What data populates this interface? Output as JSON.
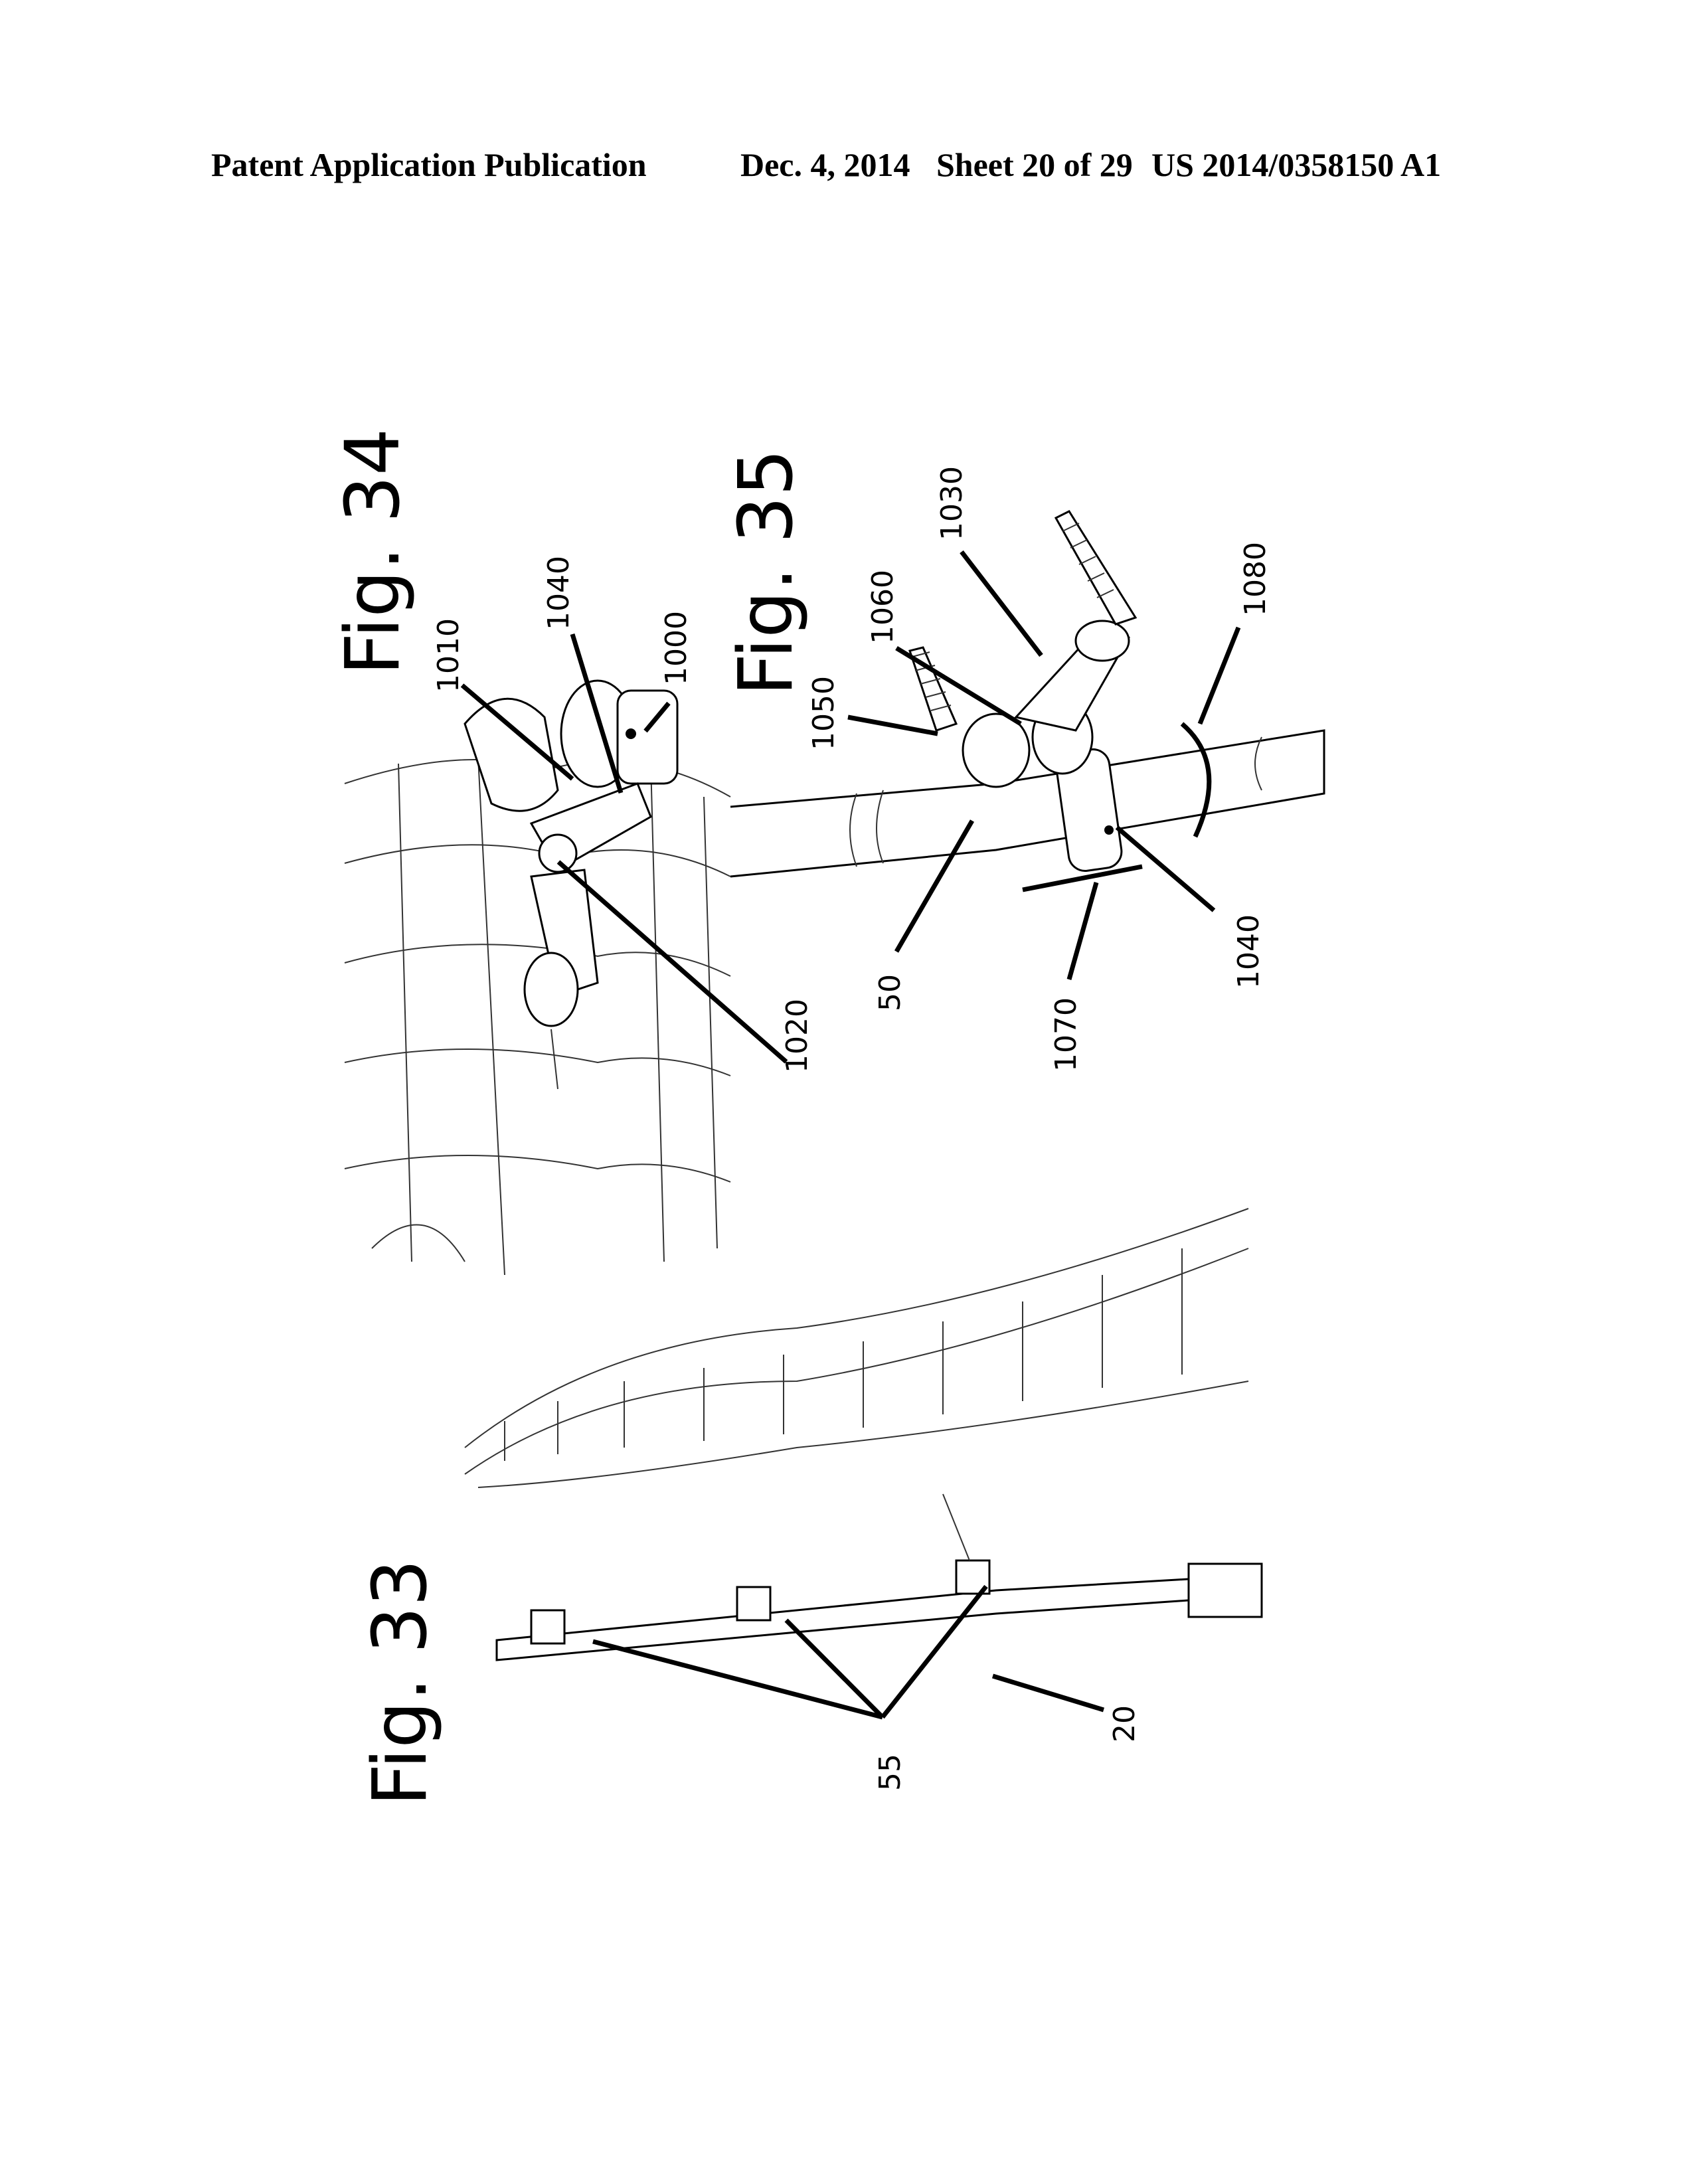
{
  "header": {
    "publication": "Patent Application Publication",
    "date": "Dec. 4, 2014",
    "sheet": "Sheet 20 of 29",
    "number": "US 2014/0358150 A1"
  },
  "figures": {
    "fig34": {
      "title": "Fig. 34",
      "refs": {
        "r1010": "1010",
        "r1040": "1040",
        "r1000": "1000",
        "r1020": "1020"
      }
    },
    "fig35": {
      "title": "Fig. 35",
      "refs": {
        "r1050": "1050",
        "r1060": "1060",
        "r1030": "1030",
        "r1080": "1080",
        "r50": "50",
        "r1070": "1070",
        "r1040": "1040"
      }
    },
    "fig33": {
      "title": "Fig. 33",
      "refs": {
        "r55": "55",
        "r20": "20"
      }
    }
  }
}
